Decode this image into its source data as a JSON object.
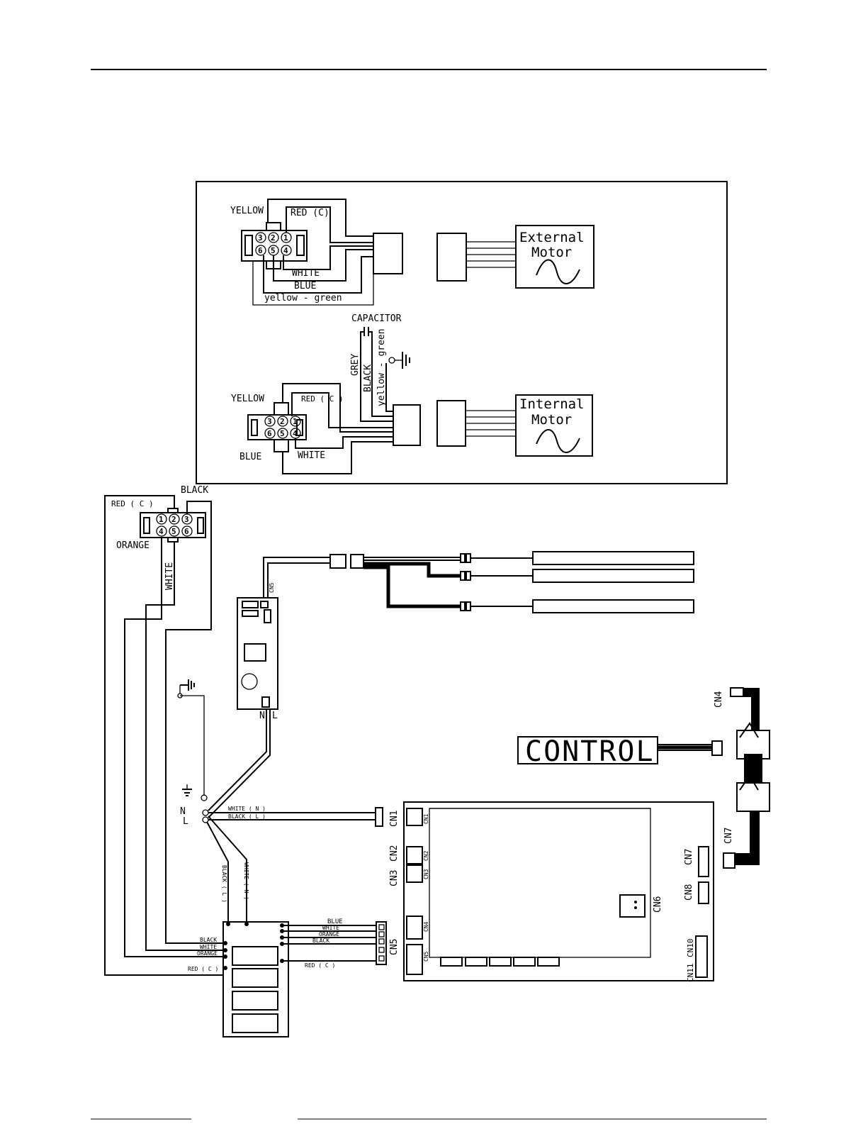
{
  "upper_panel": {
    "external": {
      "yellow": "YELLOW",
      "red_c": "RED (C)",
      "white": "WHITE",
      "blue": "BLUE",
      "yellow_green": "yellow - green",
      "motor_line1": "External",
      "motor_line2": "Motor",
      "pins": [
        "3",
        "2",
        "1",
        "6",
        "5",
        "4"
      ]
    },
    "internal": {
      "capacitor": "CAPACITOR",
      "grey": "GREY",
      "black": "BLACK",
      "yellow_green": "yellow - green",
      "yellow": "YELLOW",
      "red_c": "RED ( C )",
      "blue": "BLUE",
      "white": "WHITE",
      "motor_line1": "Internal",
      "motor_line2": "Motor",
      "pins": [
        "3",
        "2",
        "1",
        "6",
        "5",
        "4"
      ]
    }
  },
  "lower_connector": {
    "black": "BLACK",
    "red_c": "RED ( C )",
    "orange": "ORANGE",
    "white": "WHITE",
    "pins": [
      "1",
      "2",
      "3",
      "4",
      "5",
      "6"
    ]
  },
  "small_board": {
    "cn": "CN5",
    "n": "N",
    "l": "L"
  },
  "power": {
    "n": "N",
    "l": "L",
    "white_n": "WHITE ( N )",
    "black_l": "BLACK ( L )",
    "black_l_vert": "BLACK ( L )",
    "white_n_vert": "WHITE ( N )"
  },
  "relay_block": {
    "black": "BLACK",
    "white": "WHITE",
    "orange": "ORANGE",
    "red_c": "RED ( C )"
  },
  "cn5_wires": {
    "blue": "BLUE",
    "white": "WHITE",
    "orange": "ORANGE",
    "black": "BLACK",
    "red_c": "RED ( C )"
  },
  "main_board": {
    "cn1": "CN1",
    "cn2": "CN2",
    "cn3": "CN3",
    "cn4": "CN4",
    "cn5": "CN5",
    "cn6": "CN6",
    "cn7": "CN7",
    "cn8": "CN8",
    "cn10": "CN10",
    "cn11": "CN11",
    "cn1_inner": "CN1",
    "cn2_inner": "CN2",
    "cn3_inner": "CN3",
    "cn4_inner": "CN4",
    "cn5_inner": "CN5"
  },
  "control": {
    "label": "CONTROL",
    "cn4": "CN4",
    "cn7": "CN7"
  }
}
